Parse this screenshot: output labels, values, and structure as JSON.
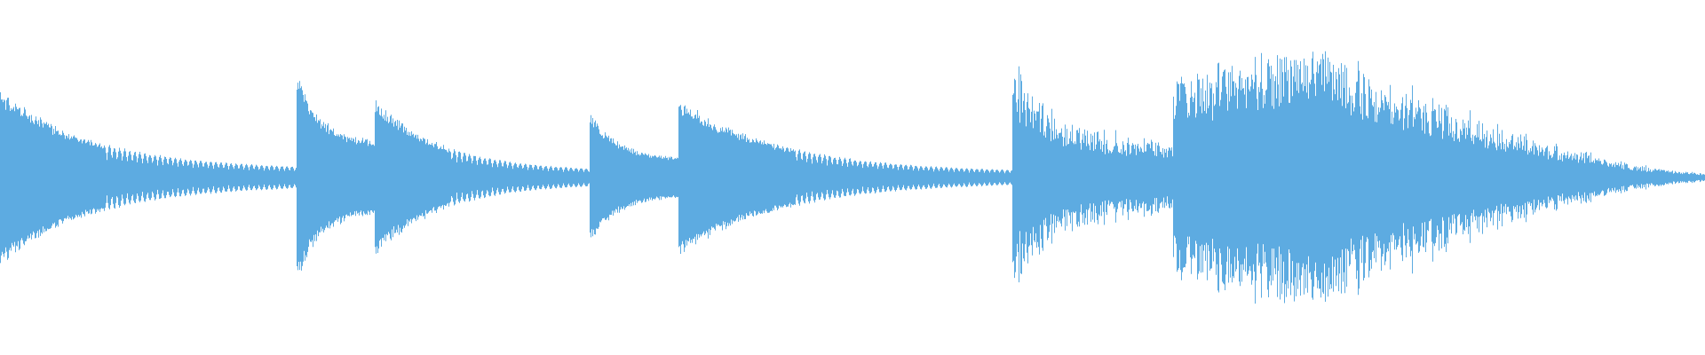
{
  "waveform": {
    "color": "#5DABE1",
    "background": "#FFFFFF",
    "duration_fraction_segments": [
      {
        "start": 0.0,
        "end": 0.174,
        "attack": 0.56,
        "decay_to": 0.05,
        "tail_pattern": "tremolo",
        "density": "dense"
      },
      {
        "start": 0.174,
        "end": 0.22,
        "attack": 0.66,
        "decay_to": 0.22,
        "tail_pattern": "dense",
        "density": "dense"
      },
      {
        "start": 0.22,
        "end": 0.346,
        "attack": 0.5,
        "decay_to": 0.04,
        "tail_pattern": "tremolo",
        "density": "dense"
      },
      {
        "start": 0.346,
        "end": 0.398,
        "attack": 0.42,
        "decay_to": 0.12,
        "tail_pattern": "dense",
        "density": "dense"
      },
      {
        "start": 0.398,
        "end": 0.594,
        "attack": 0.5,
        "decay_to": 0.03,
        "tail_pattern": "tremolo",
        "density": "dense"
      },
      {
        "start": 0.594,
        "end": 0.688,
        "attack": 0.7,
        "decay_to": 0.2,
        "tail_pattern": "noisy",
        "density": "spiky"
      },
      {
        "start": 0.688,
        "end": 1.0,
        "attack": 0.85,
        "decay_to": 0.03,
        "tail_pattern": "noisy",
        "density": "spiky",
        "swell_peak": 0.24
      }
    ]
  }
}
